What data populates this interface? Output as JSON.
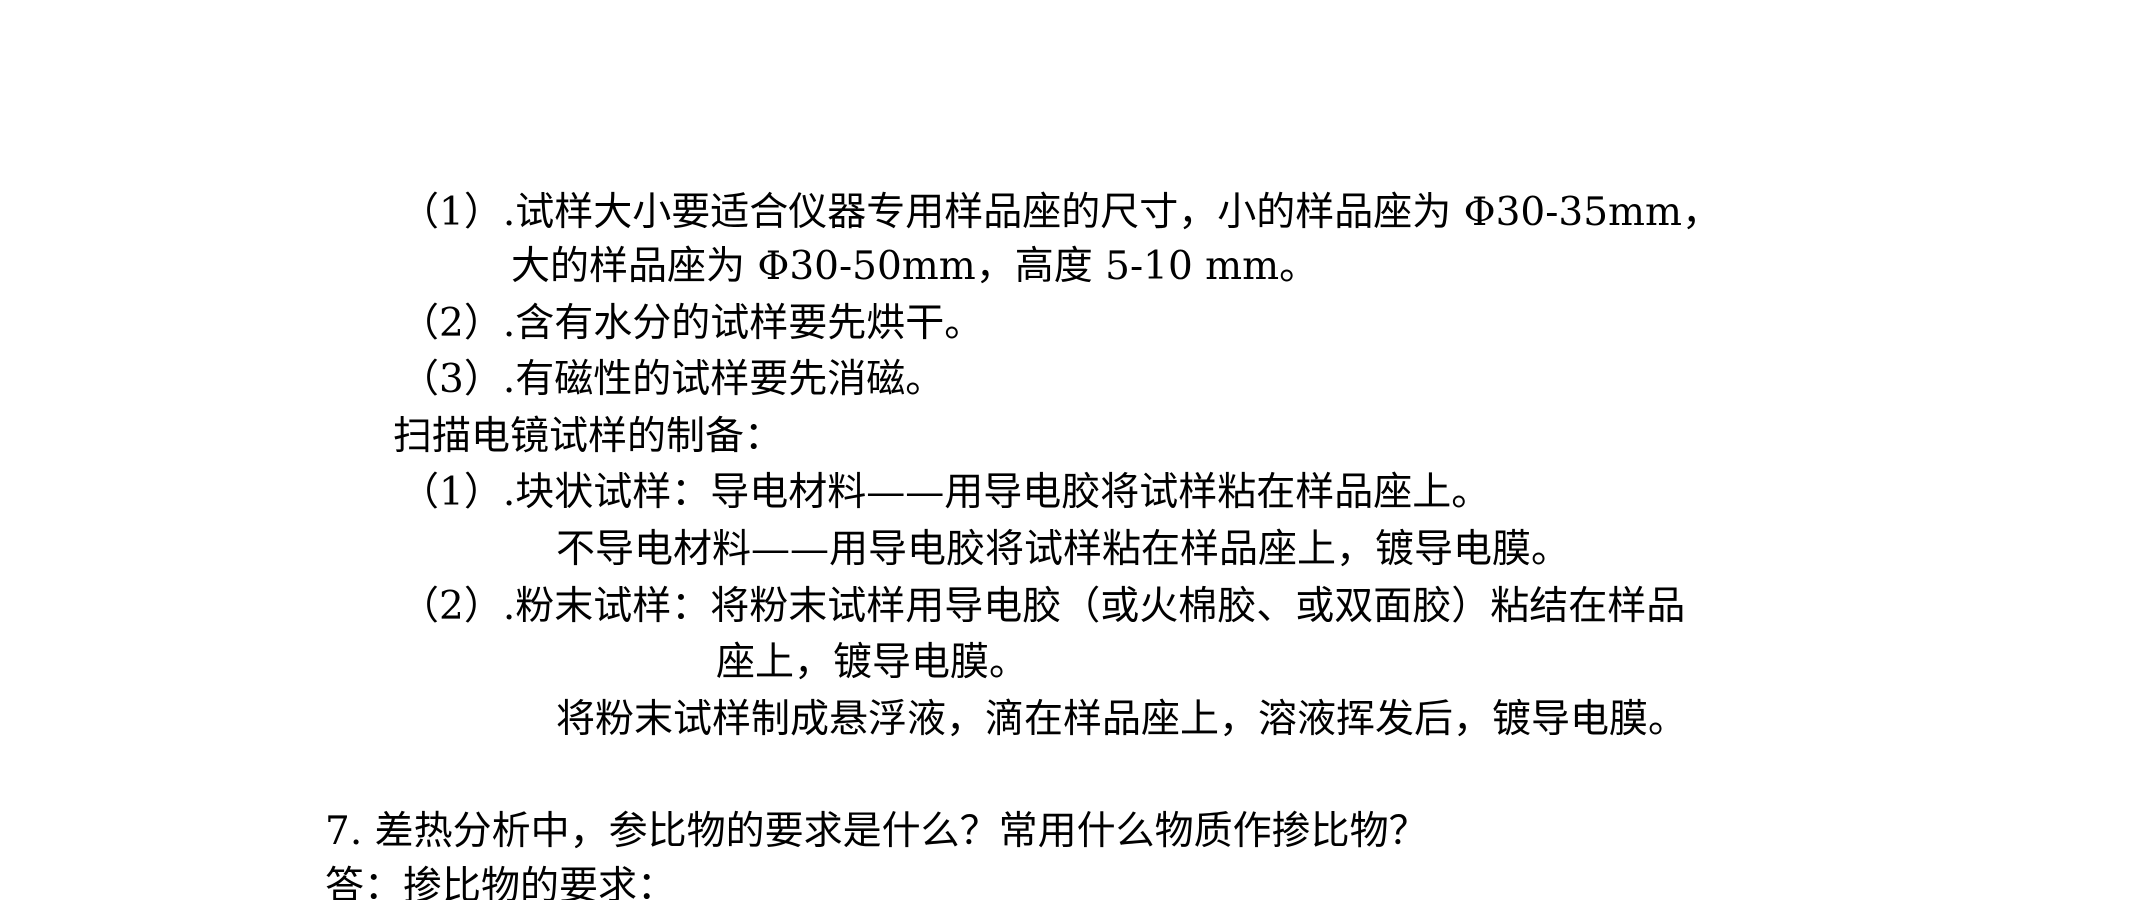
{
  "document": {
    "lines": [
      "（1）.试样大小要适合仪器专用样品座的尺寸，小的样品座为 Φ30-35mm，",
      "大的样品座为 Φ30-50mm，高度 5-10 mm。",
      "（2）.含有水分的试样要先烘干。",
      "（3）.有磁性的试样要先消磁。",
      "扫描电镜试样的制备：",
      "（1）.块状试样：导电材料——用导电胶将试样粘在样品座上。",
      "不导电材料——用导电胶将试样粘在样品座上，镀导电膜。",
      "（2）.粉末试样：将粉末试样用导电胶（或火棉胶、或双面胶）粘结在样品",
      "座上，镀导电膜。",
      "将粉末试样制成悬浮液，滴在样品座上，溶液挥发后，镀导电膜。",
      "7. 差热分析中，参比物的要求是什么？常用什么物质作掺比物？",
      "答：掺比物的要求："
    ]
  }
}
